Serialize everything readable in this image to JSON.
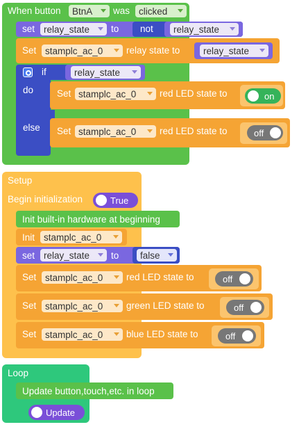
{
  "event_block": {
    "prefix": "When button",
    "button": "BtnA",
    "middle": "was",
    "action": "clicked",
    "set_label": "set",
    "set_var": "relay_state",
    "to_label": "to",
    "not_label": "not",
    "not_var": "relay_state",
    "relay_prefix": "Set",
    "relay_device": "stamplc_ac_0",
    "relay_middle": "relay state to",
    "relay_var": "relay_state",
    "if_label": "if",
    "if_var": "relay_state",
    "do_label": "do",
    "else_label": "else",
    "do_prefix": "Set",
    "do_device": "stamplc_ac_0",
    "do_middle": "red LED state to",
    "do_toggle": "on",
    "else_prefix": "Set",
    "else_device": "stamplc_ac_0",
    "else_middle": "red LED state to",
    "else_toggle": "off"
  },
  "setup_block": {
    "title": "Setup",
    "begin_label": "Begin initialization",
    "begin_toggle": "True",
    "init_hw": "Init built-in hardware at beginning",
    "init_label": "Init",
    "init_device": "stamplc_ac_0",
    "set_label": "set",
    "set_var": "relay_state",
    "to_label": "to",
    "set_value": "false",
    "red_prefix": "Set",
    "red_device": "stamplc_ac_0",
    "red_middle": "red LED state to",
    "red_toggle": "off",
    "green_prefix": "Set",
    "green_device": "stamplc_ac_0",
    "green_middle": "green LED state to",
    "green_toggle": "off",
    "blue_prefix": "Set",
    "blue_device": "stamplc_ac_0",
    "blue_middle": "blue LED state to",
    "blue_toggle": "off"
  },
  "loop_block": {
    "title": "Loop",
    "update_label": "Update button,touch,etc. in loop",
    "update_toggle": "Update"
  },
  "colors": {
    "event": "#5ac14a",
    "variable": "#7a67e0",
    "logic": "#3b4ec4",
    "device": "#f5a434",
    "setup": "#fec14c",
    "loop": "#2ec87c"
  }
}
